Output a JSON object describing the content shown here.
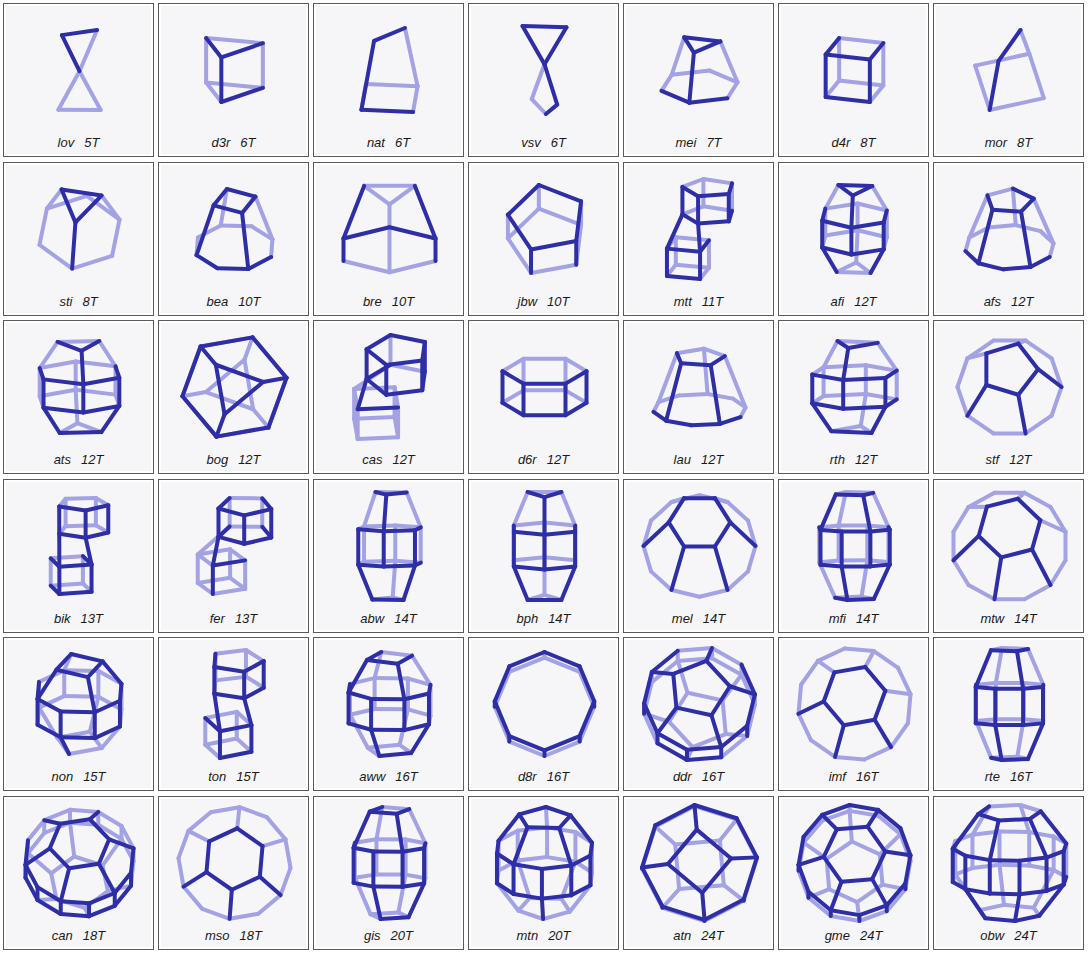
{
  "diagram": {
    "nodes": [
      {
        "text": [
          "lov",
          "5T"
        ]
      },
      {
        "text": [
          "d3r",
          "6T"
        ]
      },
      {
        "text": [
          "nat",
          "6T"
        ]
      },
      {
        "text": [
          "vsv",
          "6T"
        ]
      },
      {
        "text": [
          "mei",
          "7T"
        ]
      },
      {
        "text": [
          "d4r",
          "8T"
        ]
      },
      {
        "text": [
          "mor",
          "8T"
        ]
      },
      {
        "text": [
          "sti",
          "8T"
        ]
      },
      {
        "text": [
          "bea",
          "10T"
        ]
      },
      {
        "text": [
          "bre",
          "10T"
        ]
      },
      {
        "text": [
          "jbw",
          "10T"
        ]
      },
      {
        "text": [
          "mtt",
          "11T"
        ]
      },
      {
        "text": [
          "afi",
          "12T"
        ]
      },
      {
        "text": [
          "afs",
          "12T"
        ]
      },
      {
        "text": [
          "ats",
          "12T"
        ]
      },
      {
        "text": [
          "bog",
          "12T"
        ]
      },
      {
        "text": [
          "cas",
          "12T"
        ]
      },
      {
        "text": [
          "d6r",
          "12T"
        ]
      },
      {
        "text": [
          "lau",
          "12T"
        ]
      },
      {
        "text": [
          "rth",
          "12T"
        ]
      },
      {
        "text": [
          "stf",
          "12T"
        ]
      },
      {
        "text": [
          "bik",
          "13T"
        ]
      },
      {
        "text": [
          "fer",
          "13T"
        ]
      },
      {
        "text": [
          "abw",
          "14T"
        ]
      },
      {
        "text": [
          "bph",
          "14T"
        ]
      },
      {
        "text": [
          "mel",
          "14T"
        ]
      },
      {
        "text": [
          "mfi",
          "14T"
        ]
      },
      {
        "text": [
          "mtw",
          "14T"
        ]
      },
      {
        "text": [
          "non",
          "15T"
        ]
      },
      {
        "text": [
          "ton",
          "15T"
        ]
      },
      {
        "text": [
          "aww",
          "16T"
        ]
      },
      {
        "text": [
          "d8r",
          "16T"
        ]
      },
      {
        "text": [
          "ddr",
          "16T"
        ]
      },
      {
        "text": [
          "imf",
          "16T"
        ]
      },
      {
        "text": [
          "rte",
          "16T"
        ]
      },
      {
        "text": [
          "can",
          "18T"
        ]
      },
      {
        "text": [
          "mso",
          "18T"
        ]
      },
      {
        "text": [
          "gis",
          "20T"
        ]
      },
      {
        "text": [
          "mtn",
          "20T"
        ]
      },
      {
        "text": [
          "atn",
          "24T"
        ]
      },
      {
        "text": [
          "gme",
          "24T"
        ]
      },
      {
        "text": [
          "obw",
          "24T"
        ]
      }
    ]
  }
}
